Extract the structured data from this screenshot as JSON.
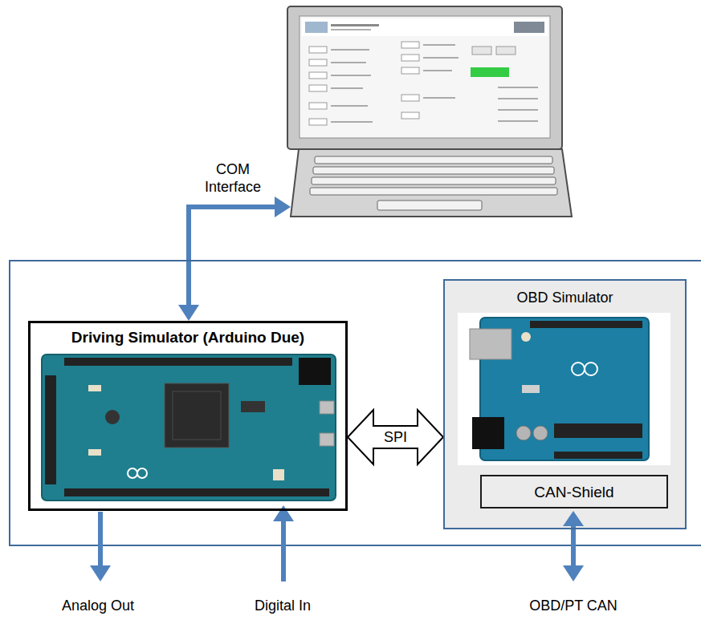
{
  "diagram": {
    "nodes": [
      {
        "text": [
          "Driving Simulator (Arduino Due)"
        ]
      },
      {
        "text": [
          "OBD Simulator"
        ]
      },
      {
        "text": [
          "CAN-Shield"
        ],
        "in": 1
      }
    ],
    "edges": [
      {
        "from": 0,
        "to": 1,
        "arrow": "both",
        "label": "SPI"
      }
    ],
    "labels": [
      "COM Interface",
      "Analog Out",
      "Digital In",
      "OBD/PT CAN"
    ]
  }
}
